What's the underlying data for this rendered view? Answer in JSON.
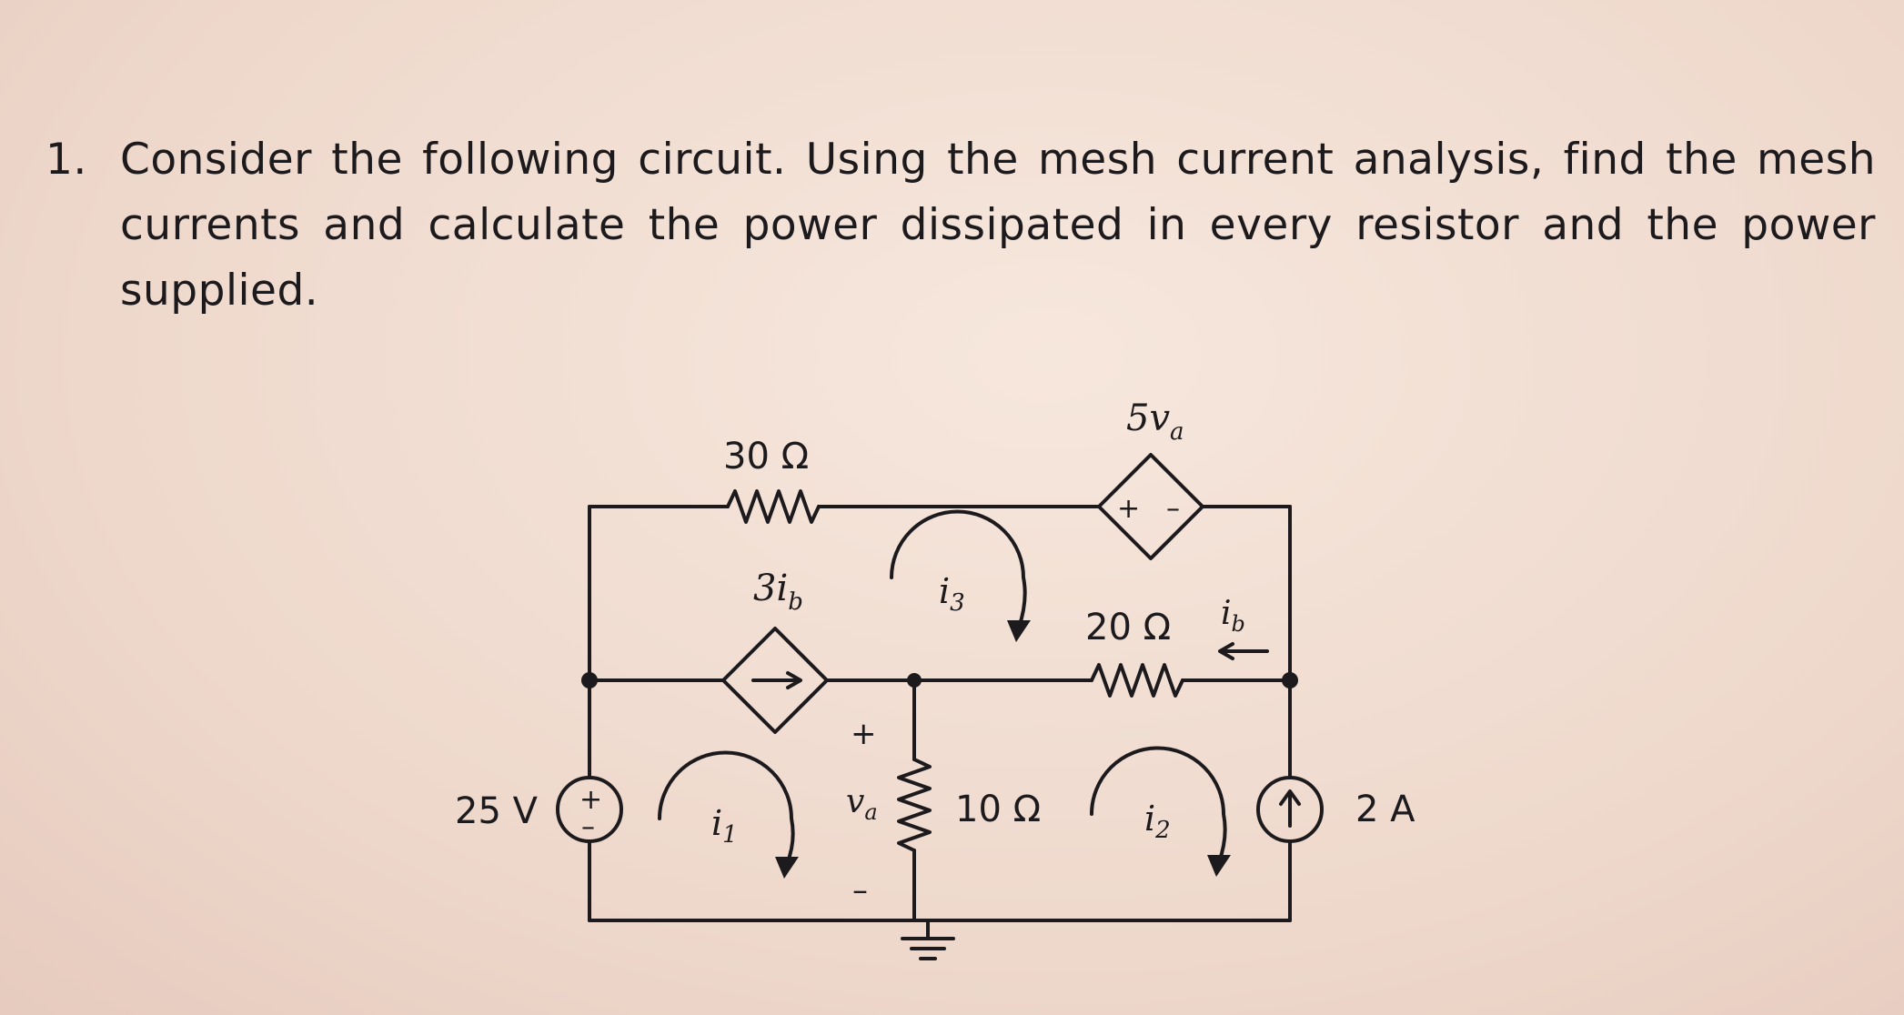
{
  "question": {
    "number": "1.",
    "text": "Consider the following circuit. Using the mesh current analysis, find the mesh currents and calculate the power dissipated in every resistor and the power supplied."
  },
  "circuit": {
    "labels": {
      "r30": "30 Ω",
      "r20": "20 Ω",
      "r10": "10 Ω",
      "dep_voltage": "5v",
      "dep_voltage_sub": "a",
      "dep_current": "3i",
      "dep_current_sub": "b",
      "v25": "25 V",
      "a2": "2 A",
      "i1": "i",
      "i1_sub": "1",
      "i2": "i",
      "i2_sub": "2",
      "i3": "i",
      "i3_sub": "3",
      "ib": "i",
      "ib_sub": "b",
      "va": "v",
      "va_sub": "a",
      "plus": "+",
      "minus": "–"
    }
  }
}
